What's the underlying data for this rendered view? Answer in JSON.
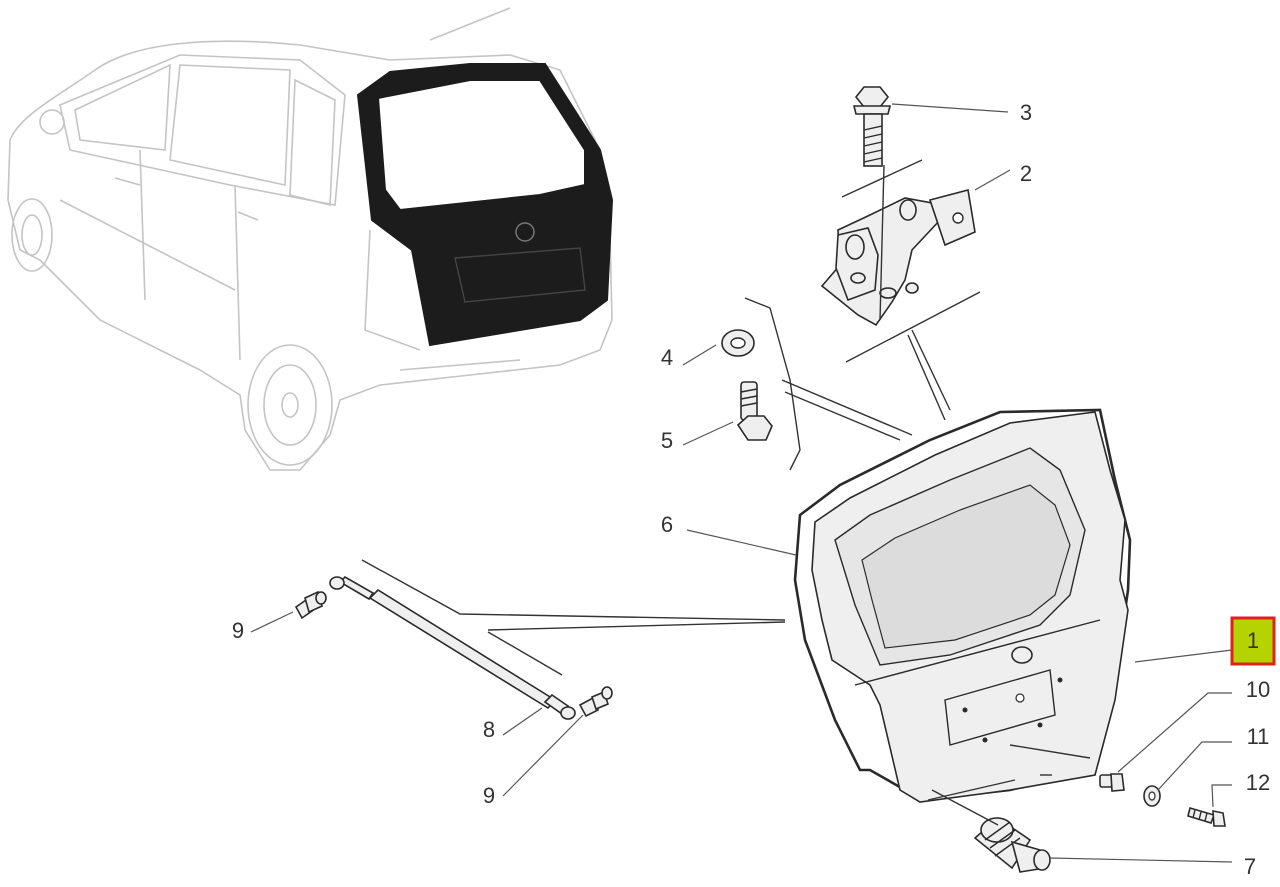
{
  "diagram": {
    "highlighted_callout": "1",
    "highlight_color": "#b5d300",
    "highlight_border_color": "#e0201a",
    "callouts": [
      "1",
      "2",
      "3",
      "4",
      "5",
      "6",
      "7",
      "8",
      "9",
      "9",
      "10",
      "11",
      "12"
    ],
    "parts": [
      "car-silhouette",
      "tailgate",
      "tailgate-seal",
      "hinge",
      "hinge-bolt",
      "washer",
      "stud-bolt",
      "gas-strut",
      "ball-stud-upper",
      "ball-stud-lower",
      "screw",
      "small-washer",
      "bolt",
      "lock-cylinder"
    ]
  }
}
